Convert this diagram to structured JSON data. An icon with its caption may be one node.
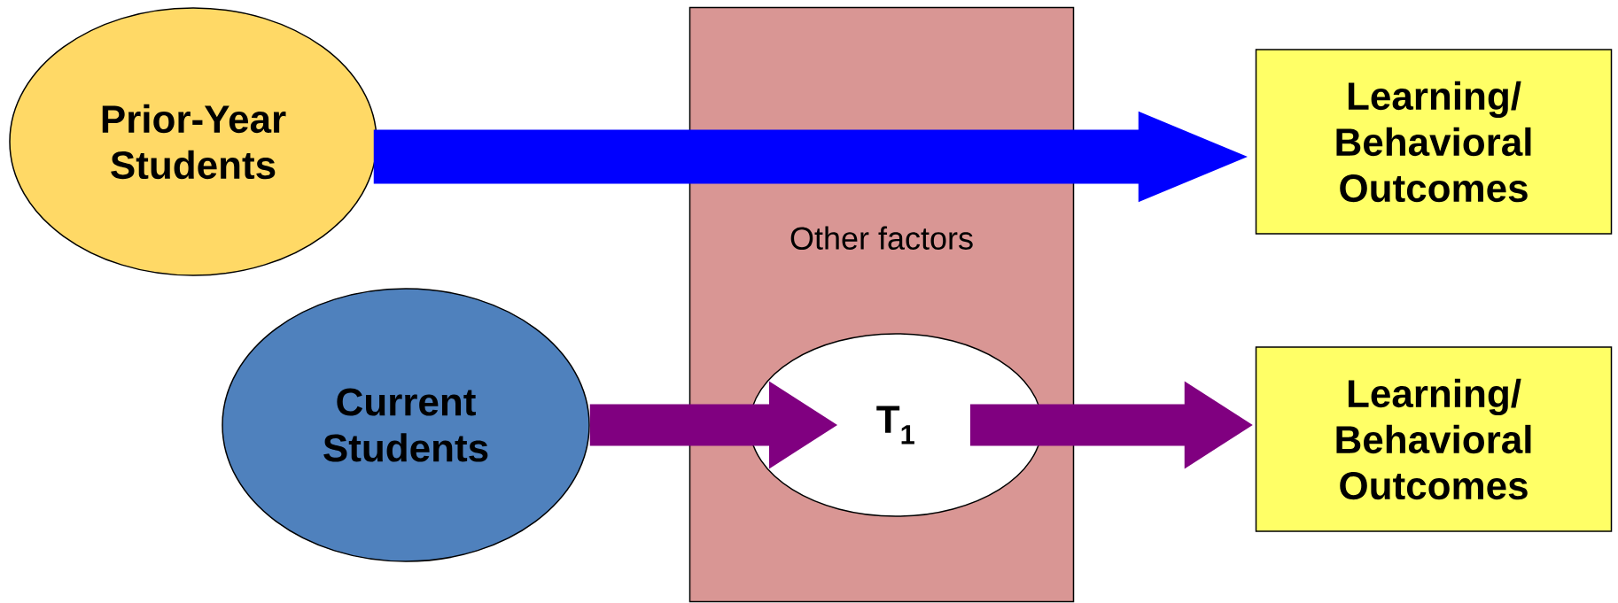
{
  "diagram": {
    "nodes": [
      {
        "text": [
          "Prior-Year Students"
        ]
      },
      {
        "text": [
          "Other factors"
        ]
      },
      {
        "text": [
          "Current Students"
        ]
      },
      {
        "text": [
          "T$_{1}$"
        ],
        "in": 1
      },
      {
        "text": [
          "Learning/ Behavioral Outcomes"
        ]
      },
      {
        "text": [
          "Learning/ Behavioral Outcomes"
        ]
      }
    ],
    "edges": [
      {
        "from": 0,
        "to": 4,
        "arrow": "to",
        "color": "#0000ff"
      },
      {
        "from": 2,
        "to": 3,
        "arrow": "to",
        "color": "#800080"
      },
      {
        "from": 3,
        "to": 5,
        "arrow": "to",
        "color": "#800080"
      }
    ]
  }
}
